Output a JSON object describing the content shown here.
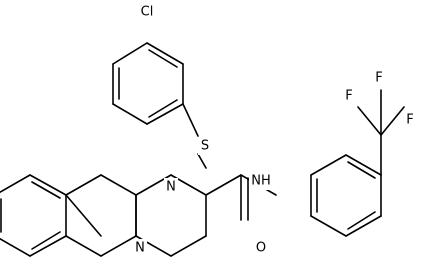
{
  "atoms": {
    "cl": "Cl",
    "s": "S",
    "n_upper": "N",
    "n_lower": "N",
    "nh": "NH",
    "o": "O",
    "f_left": "F",
    "f_top": "F",
    "f_right": "F"
  }
}
